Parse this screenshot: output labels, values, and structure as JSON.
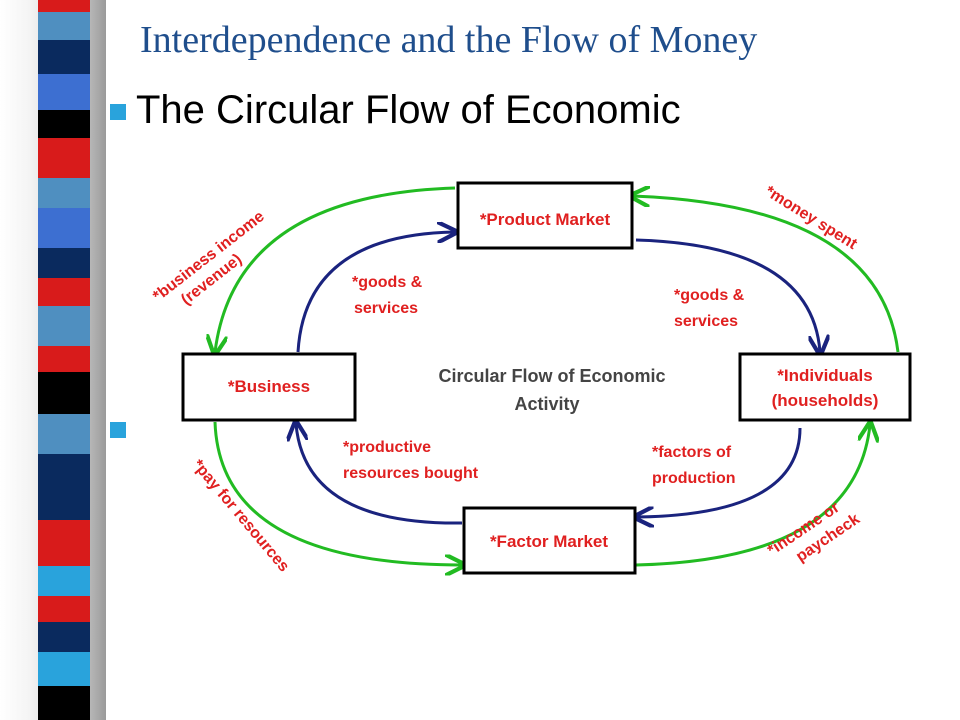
{
  "slide": {
    "title": "Interdependence and the Flow of Money",
    "bullet_1": "The Circular Flow of Economic"
  },
  "diagram": {
    "center_label_line1": "Circular Flow of Economic",
    "center_label_line2": "Activity",
    "boxes": {
      "product_market": "*Product Market",
      "business": "*Business",
      "individuals_line1": "*Individuals",
      "individuals_line2": "(households)",
      "factor_market": "*Factor Market"
    },
    "flows": {
      "business_income_line1": "*business income",
      "business_income_line2": "(revenue)",
      "money_spent": "*money spent",
      "goods_services_left_line1": "*goods &",
      "goods_services_left_line2": "services",
      "goods_services_right_line1": "*goods &",
      "goods_services_right_line2": "services",
      "productive_resources_line1": "*productive",
      "productive_resources_line2": "resources bought",
      "factors_production_line1": "*factors of",
      "factors_production_line2": "production",
      "pay_for_resources": "*pay for resources",
      "income_paycheck_line1": "*income or",
      "income_paycheck_line2": "paycheck"
    },
    "colors": {
      "money_flow": "#22bb22",
      "goods_flow": "#1a237e",
      "label_text": "#e02020",
      "box_label": "#e02020",
      "center_text": "#444444"
    }
  },
  "theme": {
    "title_color": "#1f4e8c",
    "bullet_color": "#29a3dc"
  }
}
